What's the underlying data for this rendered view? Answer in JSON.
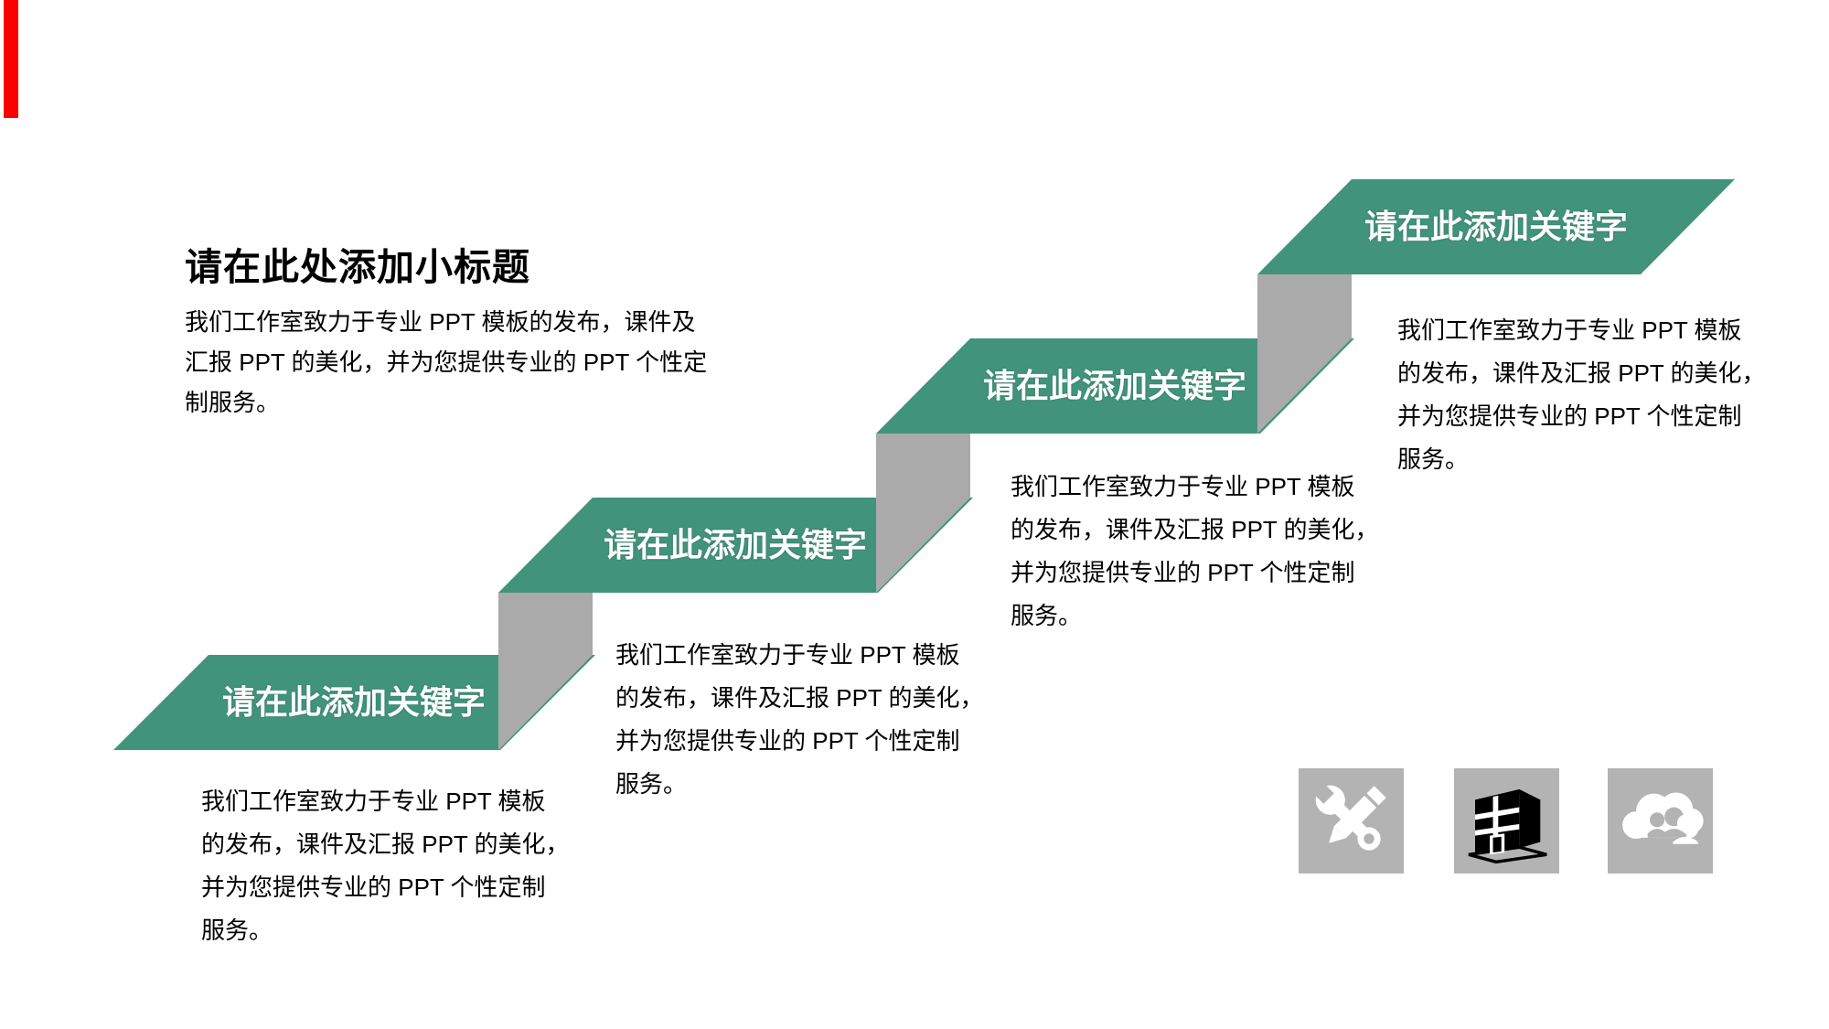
{
  "header": {
    "title": "请在此处添加小标题",
    "intro": "我们工作室致力于专业 PPT 模板的发布，课件及\n汇报 PPT 的美化，并为您提供专业的 PPT 个性定\n制服务。"
  },
  "steps": [
    {
      "label": "请在此添加关键字",
      "description": "我们工作室致力于专业 PPT 模板\n的发布，课件及汇报 PPT 的美化，\n并为您提供专业的 PPT 个性定制\n服务。"
    },
    {
      "label": "请在此添加关键字",
      "description": "我们工作室致力于专业 PPT 模板\n的发布，课件及汇报 PPT 的美化，\n并为您提供专业的 PPT 个性定制\n服务。"
    },
    {
      "label": "请在此添加关键字",
      "description": "我们工作室致力于专业 PPT 模板\n的发布，课件及汇报 PPT 的美化，\n并为您提供专业的 PPT 个性定制\n服务。"
    },
    {
      "label": "请在此添加关键字",
      "description": "我们工作室致力于专业 PPT 模板\n的发布，课件及汇报 PPT 的美化，\n并为您提供专业的 PPT 个性定制\n服务。"
    }
  ],
  "icons": [
    {
      "name": "tools-icon"
    },
    {
      "name": "building-icon"
    },
    {
      "name": "cloud-team-icon"
    }
  ],
  "colors": {
    "banner_green": "#41947a",
    "connector_gray": "#aaaaaa",
    "icon_tile_gray": "#b3b3b3",
    "accent_red": "#fb0000",
    "text_black": "#000000"
  }
}
